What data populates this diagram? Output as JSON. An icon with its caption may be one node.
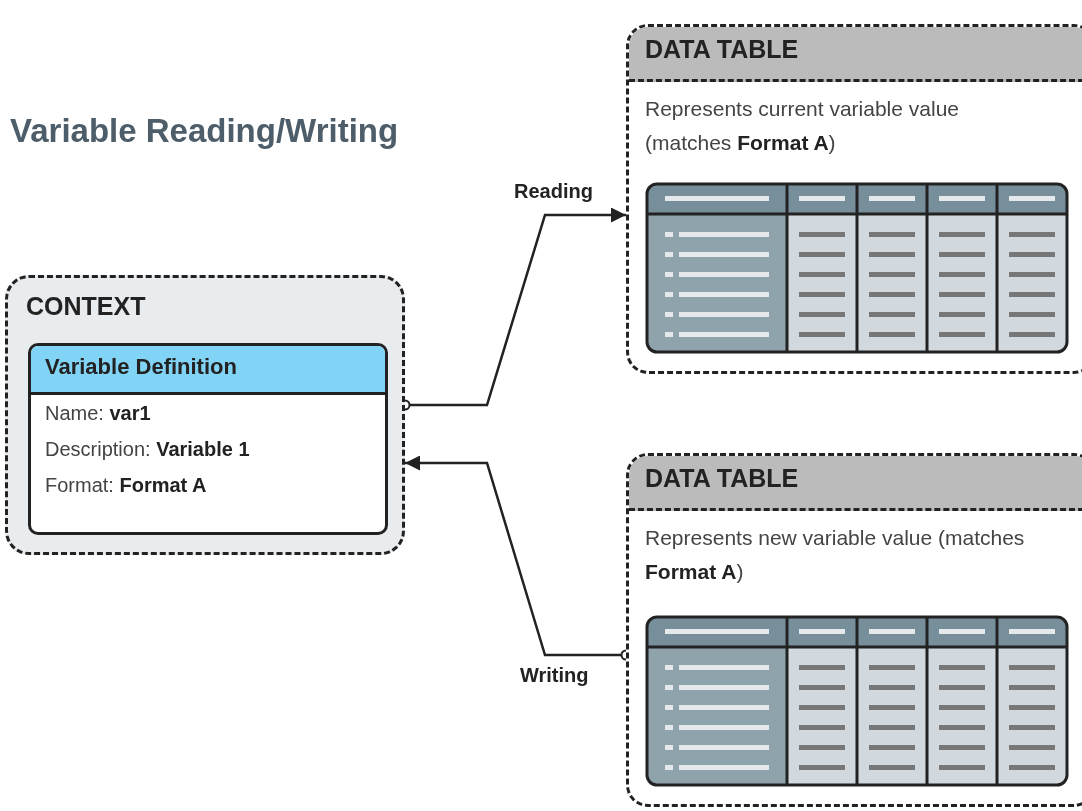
{
  "diagram": {
    "title": "Variable Reading/Writing",
    "nodes": [
      {
        "text": [
          "CONTEXT"
        ]
      },
      {
        "text": [
          "Variable Definition",
          "Name: **var1**",
          "Description: **Variable 1**",
          "Format: **Format A**"
        ],
        "in": 0
      },
      {
        "text": [
          "DATA TABLE",
          "Represents current variable value (matches **Format A**)"
        ]
      },
      {
        "text": [
          "DATA TABLE",
          "Represents new variable value (matches **Format A**)"
        ]
      }
    ],
    "edges": [
      {
        "from": 0,
        "to": 2,
        "arrow": "to",
        "label": "Reading"
      },
      {
        "from": 3,
        "to": 0,
        "arrow": "to",
        "label": "Writing"
      }
    ]
  }
}
